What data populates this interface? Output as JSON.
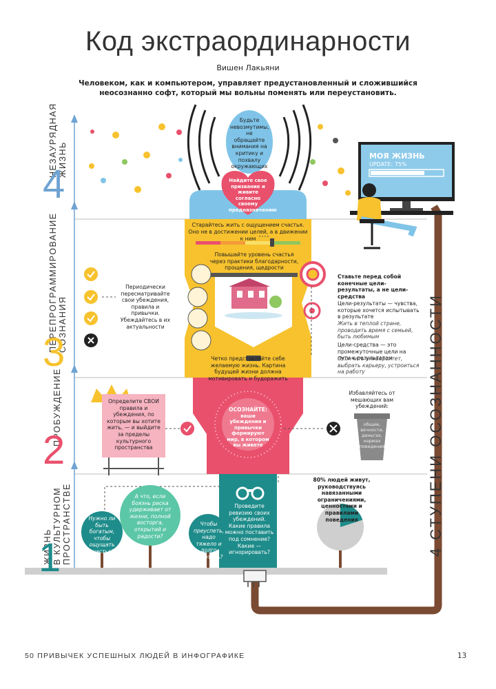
{
  "header": {
    "title": "Код экстраординарности",
    "author": "Вишен Лакьяни",
    "subtitle": "Человеком, как и компьютером, управляет предустановленный и сложившийся неосознанно софт, который мы вольны поменять или переустановить."
  },
  "levels": [
    {
      "number": "4",
      "line1": "НЕЗАУРЯДНАЯ",
      "line2": "ЖИЗНЬ"
    },
    {
      "number": "3",
      "line1": "ПЕРЕПРОГРАММИРОВАНИЕ",
      "line2": "СОЗНАНИЯ"
    },
    {
      "number": "2",
      "line1": "ПРОБУЖДЕНИЕ",
      "line2": ""
    },
    {
      "number": "1",
      "line1": "ЖИЗНЬ",
      "line2": "В КУЛЬТУРНОМ",
      "line3": "ПРОСТРАНСТВЕ"
    }
  ],
  "head_text": "Будьте невозмутимы, не обращайте внимания на критику и похвалу окружающих",
  "heart_text": "Найдите свое призвание и живите согласно своему предназначению",
  "computer": {
    "screen_title": "МОЯ ЖИЗНЬ",
    "update": "UPDATE: 75%",
    "progress": 0.75
  },
  "happiness": {
    "line1": "Старайтесь жить с ощущением счастья.",
    "line2": "Оно не в достижении целей, а в движении к ним",
    "practices": "Повышайте уровень счастья через практики благодарности, прощения, щедрости",
    "visualize": "Четко представляйте себе желаемую жизнь. Картина будущей жизни должна мотивировать и будоражить"
  },
  "beliefs_review": "Периодически пересматривайте свои убеждения, правила и привычки. Убеждайтесь в их актуальности",
  "goals": {
    "heading": "Ставьте перед собой конечные цели-результаты, а не цели-средства",
    "results": "Цели-результаты — чувства, которые хочется испытывать в результате",
    "results_example": "Жить в теплой стране, проводить время с семьей, быть любимым",
    "means": "Цели-средства — это промежуточные цели на пути к результатам",
    "means_example": "Окончить университет, выбрать карьеру, устроиться на работу"
  },
  "awaken": {
    "sign": "Определите СВОИ правила и убеждения, по которым вы хотите жить, — и выйдите за пределы культурного пространства",
    "circle_head": "ОСОЗНАЙТЕ:",
    "circle_body": "ваши убеждения и привычки формируют мир, в котором вы живете",
    "rid": "Избавляйтесь от мешающих вам убеждений:",
    "trash": "общие, вечности, деньгах, нормах поведения"
  },
  "culture": {
    "audit": "Проведите ревизию своих убеждений. Какие правила можно поставить под сомнение? Какие — игнорировать?",
    "tree1": "Нужно ли быть богатым, чтобы ощущать счастье?",
    "tree2": "А что, если боязнь риска удерживает от жизни, полной восторга, открытий и радости?",
    "tree3": "Чтобы преуспеть, надо тяжело и долго работать?",
    "stat": "80% людей живут, руководствуясь навязанными ограничениями, ценностями и правилами поведения"
  },
  "chart_data": {
    "type": "pie",
    "values": [
      80,
      20
    ],
    "title": "80% людей живут, руководствуясь навязанными ограничениями, ценностями и правилами поведения"
  },
  "side_label": "4 СТУПЕНИ ОСОЗНАННОСТИ",
  "footer": {
    "left": "50 ПРИВЫЧЕК УСПЕШНЫХ ЛЮДЕЙ В ИНФОГРАФИКЕ",
    "page": "13"
  },
  "colors": {
    "blue": "#7fc4e8",
    "yellow": "#f7c22e",
    "pink": "#e9506c",
    "teal": "#1e8c8a",
    "brown": "#7a4a32",
    "arrow": "#6fa3d2"
  }
}
